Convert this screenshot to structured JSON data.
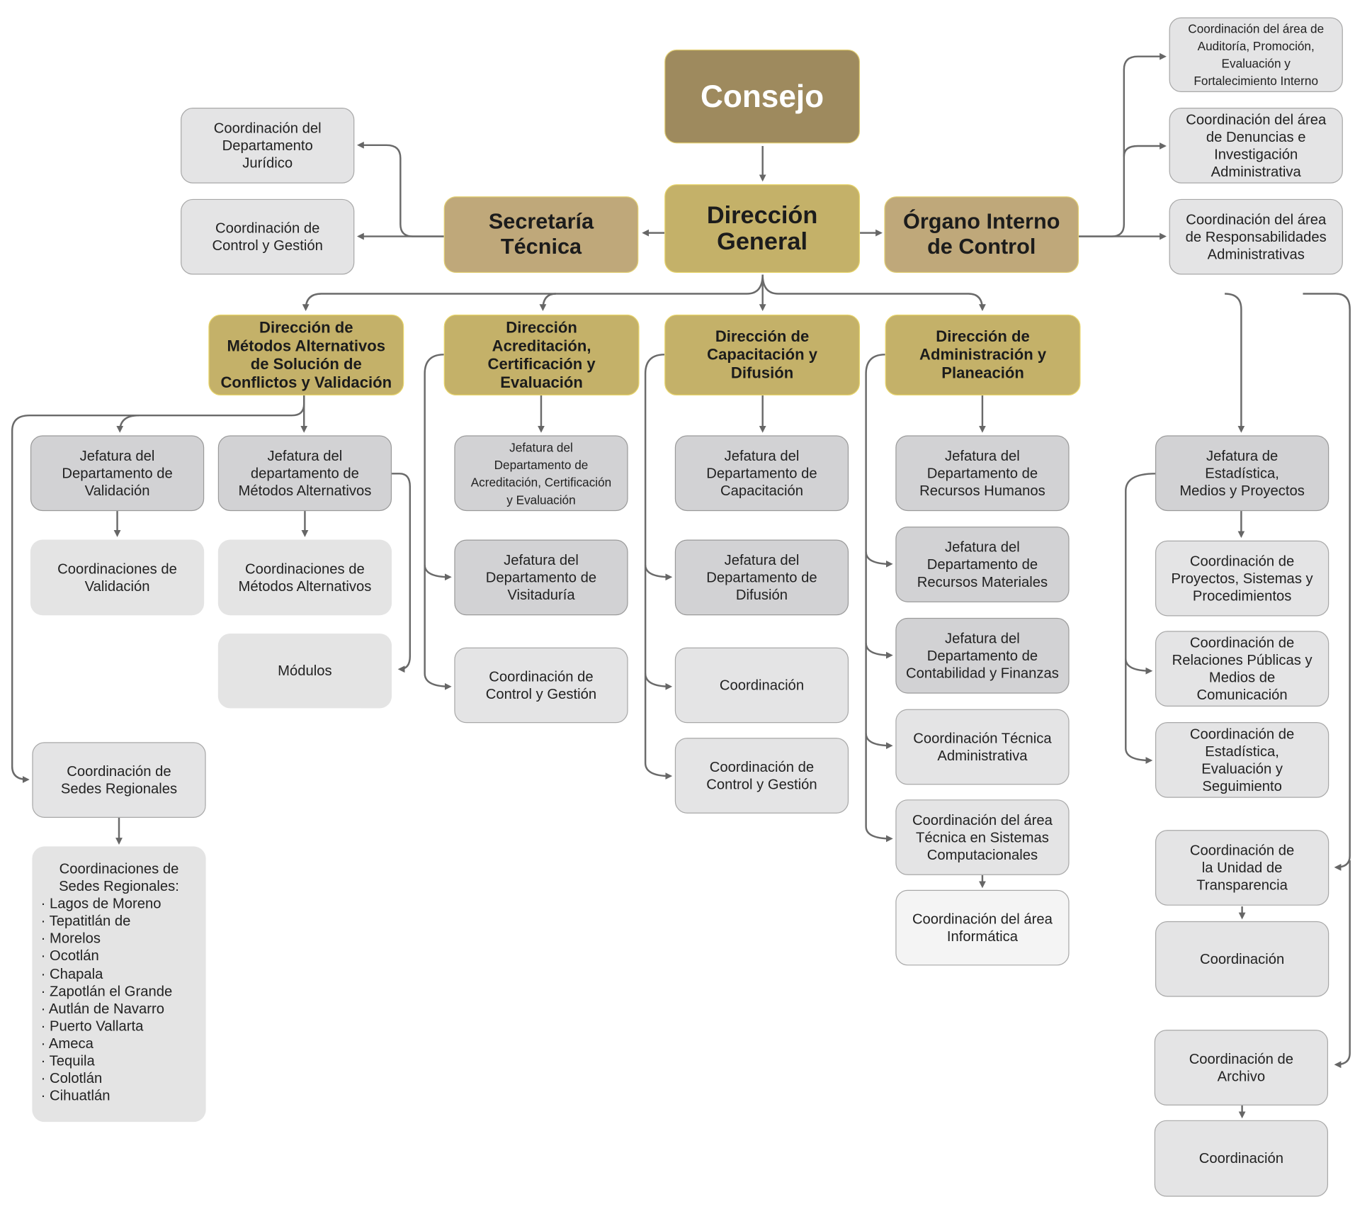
{
  "top": {
    "consejo": "Consejo",
    "direccion_general": "Dirección\nGeneral",
    "secretaria_tecnica": "Secretaría\nTécnica",
    "organo_interno": "Órgano Interno\nde Control"
  },
  "secretaria_children": [
    "Coordinación del\nDepartamento\nJurídico",
    "Coordinación de\nControl y Gestión"
  ],
  "organo_children": [
    "Coordinación del área de\nAuditoría, Promoción,\nEvaluación y\nFortalecimiento Interno",
    "Coordinación del área\nde Denuncias e\nInvestigación\nAdministrativa",
    "Coordinación del área\nde Responsabilidades\nAdministrativas"
  ],
  "direcciones": [
    "Dirección de\nMétodos Alternativos\nde Solución de\nConflictos y Validación",
    "Dirección\nAcreditación,\nCertificación y\nEvaluación",
    "Dirección de\nCapacitación y\nDifusión",
    "Dirección de\nAdministración y\nPlaneación"
  ],
  "col1": {
    "jef_validacion": "Jefatura del\nDepartamento de\nValidación",
    "coord_validacion": "Coordinaciones de\nValidación",
    "jef_metodos": "Jefatura del\ndepartamento de\nMétodos Alternativos",
    "coord_metodos": "Coordinaciones de\nMétodos Alternativos",
    "modulos": "Módulos",
    "coord_sedes": "Coordinación de\nSedes Regionales",
    "sedes_heading": "Coordinaciones de\nSedes Regionales:",
    "sedes": [
      "Lagos de Moreno",
      "Tepatitlán de",
      "Morelos",
      "Ocotlán",
      "Chapala",
      "Zapotlán el Grande",
      "Autlán de Navarro",
      "Puerto Vallarta",
      "Ameca",
      "Tequila",
      "Colotlán",
      "Cihuatlán"
    ]
  },
  "col2": [
    "Jefatura del\nDepartamento de\nAcreditación, Certificación\ny Evaluación",
    "Jefatura del\nDepartamento de\nVisitaduría",
    "Coordinación de\nControl y Gestión"
  ],
  "col3": [
    "Jefatura del\nDepartamento de\nCapacitación",
    "Jefatura del\nDepartamento de\nDifusión",
    "Coordinación",
    "Coordinación de\nControl y Gestión"
  ],
  "col4": [
    "Jefatura del\nDepartamento de\nRecursos Humanos",
    "Jefatura del\nDepartamento de\nRecursos Materiales",
    "Jefatura del\nDepartamento de\nContabilidad y Finanzas",
    "Coordinación Técnica\nAdministrativa",
    "Coordinación del área\nTécnica en Sistemas\nComputacionales",
    "Coordinación del área\nInformática"
  ],
  "col5": [
    "Jefatura de\nEstadística,\nMedios y Proyectos",
    "Coordinación de\nProyectos, Sistemas y\nProcedimientos",
    "Coordinación de\nRelaciones Públicas y\nMedios de\nComunicación",
    "Coordinación de\nEstadística,\nEvaluación y\nSeguimiento",
    "Coordinación de\nla Unidad de\nTransparencia",
    "Coordinación",
    "Coordinación de\nArchivo",
    "Coordinación"
  ]
}
